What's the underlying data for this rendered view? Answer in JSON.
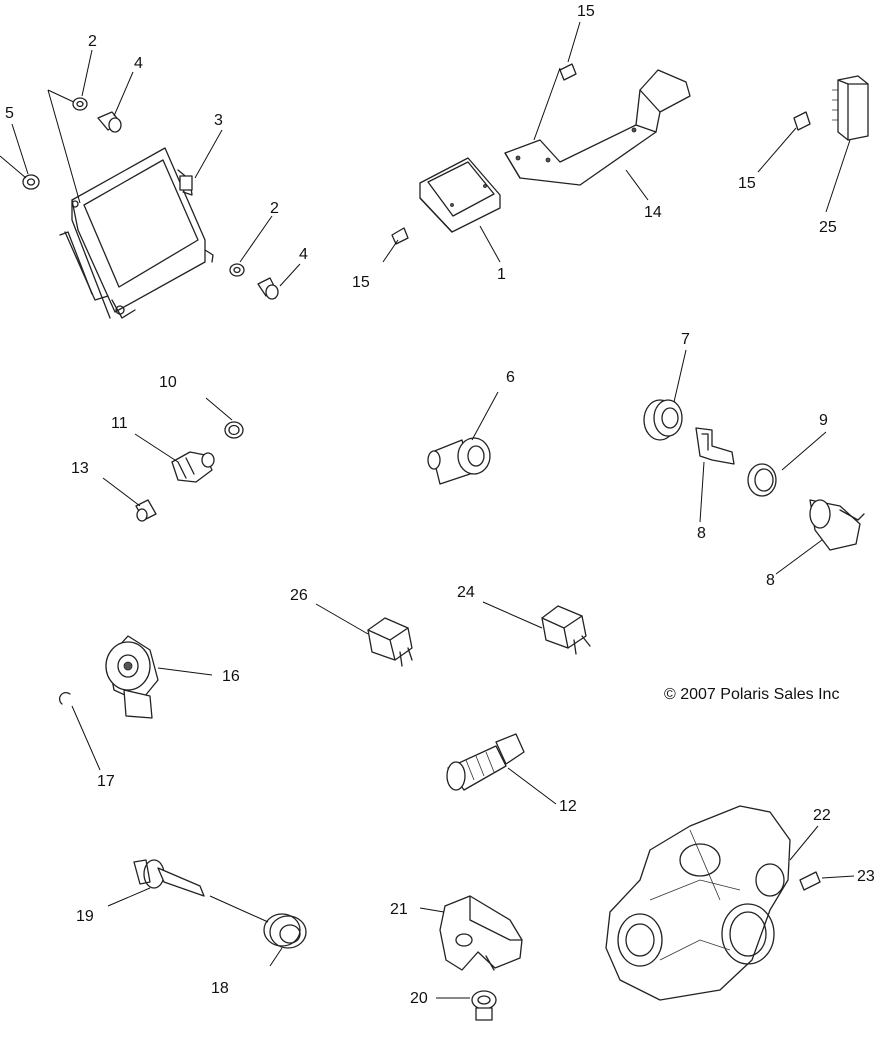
{
  "copyright": "© 2007 Polaris Sales Inc",
  "callouts": [
    {
      "id": "c1",
      "text": "1"
    },
    {
      "id": "c2a",
      "text": "2"
    },
    {
      "id": "c2b",
      "text": "2"
    },
    {
      "id": "c3",
      "text": "3"
    },
    {
      "id": "c4a",
      "text": "4"
    },
    {
      "id": "c4b",
      "text": "4"
    },
    {
      "id": "c5",
      "text": "5"
    },
    {
      "id": "c6",
      "text": "6"
    },
    {
      "id": "c7",
      "text": "7"
    },
    {
      "id": "c8a",
      "text": "8"
    },
    {
      "id": "c8b",
      "text": "8"
    },
    {
      "id": "c9",
      "text": "9"
    },
    {
      "id": "c10",
      "text": "10"
    },
    {
      "id": "c11",
      "text": "11"
    },
    {
      "id": "c12",
      "text": "12"
    },
    {
      "id": "c13",
      "text": "13"
    },
    {
      "id": "c14",
      "text": "14"
    },
    {
      "id": "c15a",
      "text": "15"
    },
    {
      "id": "c15b",
      "text": "15"
    },
    {
      "id": "c15c",
      "text": "15"
    },
    {
      "id": "c16",
      "text": "16"
    },
    {
      "id": "c17",
      "text": "17"
    },
    {
      "id": "c18",
      "text": "18"
    },
    {
      "id": "c19",
      "text": "19"
    },
    {
      "id": "c20",
      "text": "20"
    },
    {
      "id": "c21",
      "text": "21"
    },
    {
      "id": "c22",
      "text": "22"
    },
    {
      "id": "c23",
      "text": "23"
    },
    {
      "id": "c24",
      "text": "24"
    },
    {
      "id": "c25",
      "text": "25"
    },
    {
      "id": "c26",
      "text": "26"
    }
  ]
}
